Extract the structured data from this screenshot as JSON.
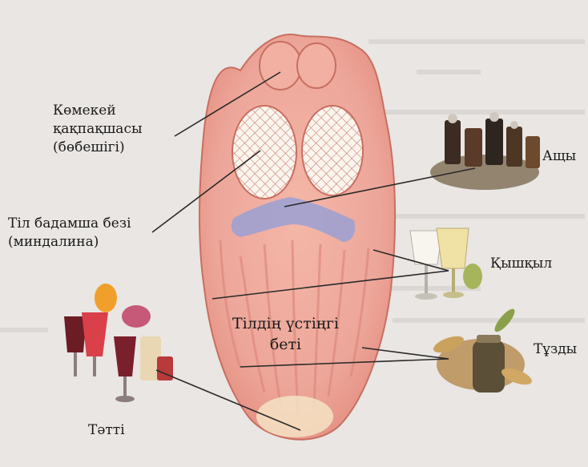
{
  "labels": {
    "epiglottis_line1": "Көмекей",
    "epiglottis_line2": "қақпақшасы",
    "epiglottis_line3": "(бөбешігі)",
    "tonsil_line1": "Тіл бадамша безі",
    "tonsil_line2": "(миндалина)",
    "tongue_surface_line1": "Тілдің үстіңгі",
    "tongue_surface_line2": "беті",
    "bitter": "Ащы",
    "sour": "Қышқыл",
    "salty": "Тұзды",
    "sweet": "Тәтті"
  },
  "colors": {
    "tongue_base": "#eda69a",
    "tongue_outline": "#c86f61",
    "bitter_zone": "#9aa0d4",
    "background": "#e9e6e3",
    "leader_line": "#2a2a2a"
  },
  "icons": [
    "spice-jars-image",
    "glasses-of-drinks-image",
    "salted-vegetables-image",
    "cocktails-and-sweets-image"
  ]
}
